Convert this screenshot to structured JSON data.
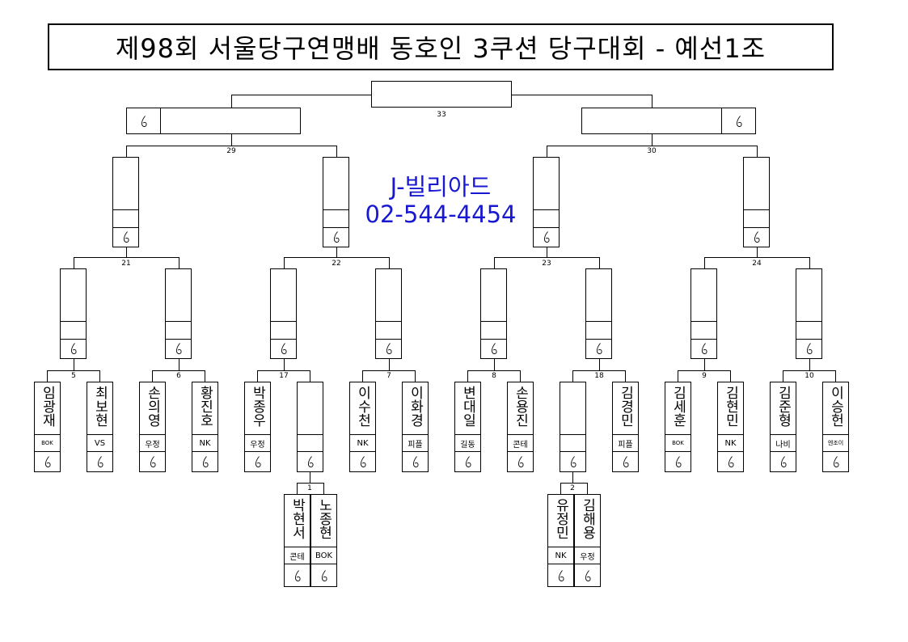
{
  "title": "제98회 서울당구연맹배 동호인 3쿠션 당구대회 - 예선1조",
  "sponsor": {
    "name": "J-빌리아드",
    "phone": "02-544-4454"
  },
  "bracket": {
    "players": [
      {
        "name": "임광재",
        "club": "BOK"
      },
      {
        "name": "최보현",
        "club": "VS"
      },
      {
        "name": "손의영",
        "club": "우정"
      },
      {
        "name": "황진호",
        "club": "NK"
      },
      {
        "name": "박종우",
        "club": "우정"
      },
      {
        "name": "",
        "club": ""
      },
      {
        "name": "이수천",
        "club": "NK"
      },
      {
        "name": "이화경",
        "club": "피플"
      },
      {
        "name": "변대일",
        "club": "길동"
      },
      {
        "name": "손용진",
        "club": "콘테"
      },
      {
        "name": "",
        "club": ""
      },
      {
        "name": "김경민",
        "club": "피플"
      },
      {
        "name": "김세훈",
        "club": "BOK"
      },
      {
        "name": "김현민",
        "club": "NK"
      },
      {
        "name": "김준형",
        "club": "나비"
      },
      {
        "name": "이승헌",
        "club": "엔조이"
      }
    ],
    "prelim": [
      {
        "name": "박현서",
        "club": "콘테"
      },
      {
        "name": "노종현",
        "club": "BOK"
      },
      {
        "name": "유정민",
        "club": "NK"
      },
      {
        "name": "김해용",
        "club": "우정"
      }
    ],
    "match_numbers": {
      "m1": "1",
      "m2": "2",
      "m5": "5",
      "m6": "6",
      "m17": "17",
      "m7": "7",
      "m8": "8",
      "m18": "18",
      "m9": "9",
      "m10": "10",
      "m21": "21",
      "m22": "22",
      "m23": "23",
      "m24": "24",
      "m29": "29",
      "m30": "30",
      "m33": "33"
    }
  }
}
